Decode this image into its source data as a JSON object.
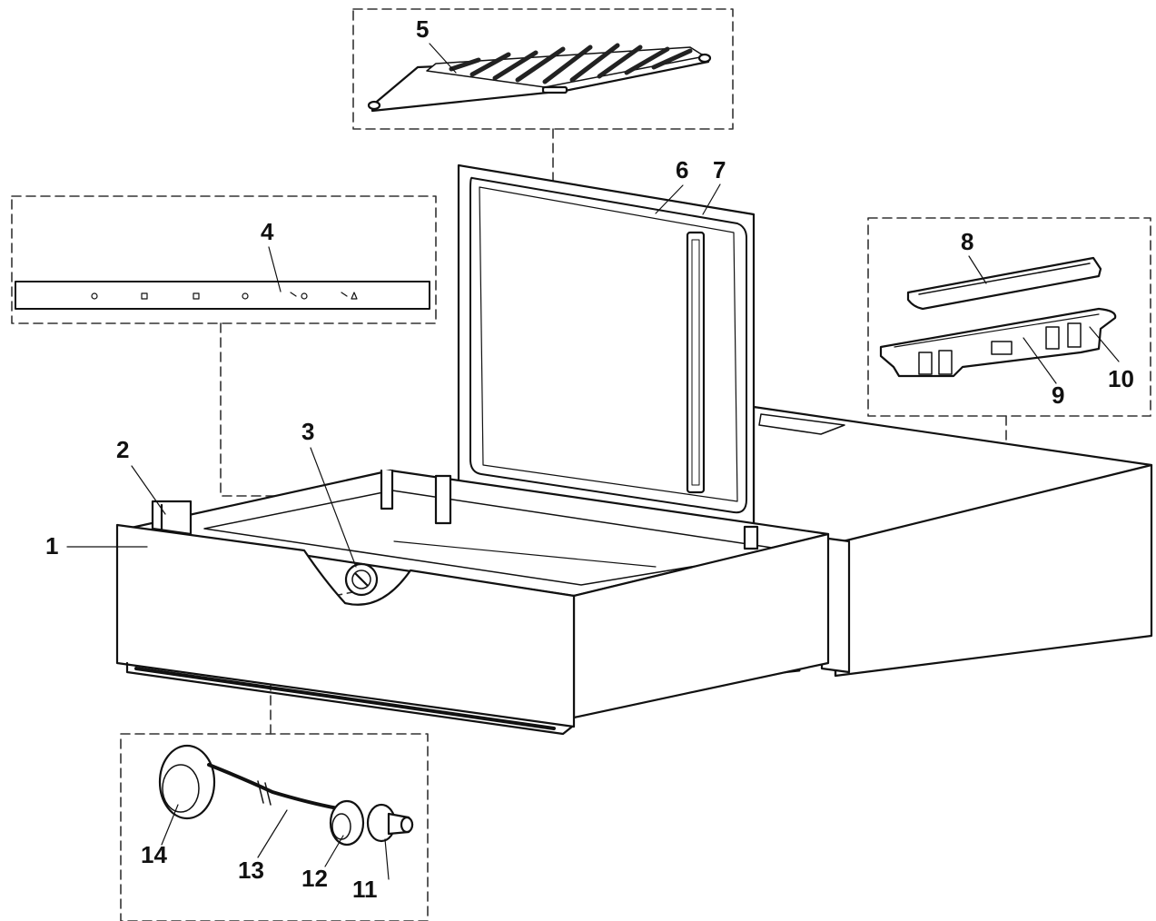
{
  "callouts": {
    "c1": "1",
    "c2": "2",
    "c3": "3",
    "c4": "4",
    "c5": "5",
    "c6": "6",
    "c7": "7",
    "c8": "8",
    "c9": "9",
    "c10": "10",
    "c11": "11",
    "c12": "12",
    "c13": "13",
    "c14": "14"
  },
  "panel_symbols": [
    "⏻",
    "◫",
    "◫",
    "◔",
    "▷◌",
    "▷▲"
  ],
  "colors": {
    "stroke": "#111111",
    "fill": "#ffffff",
    "dashed": "#333333"
  }
}
